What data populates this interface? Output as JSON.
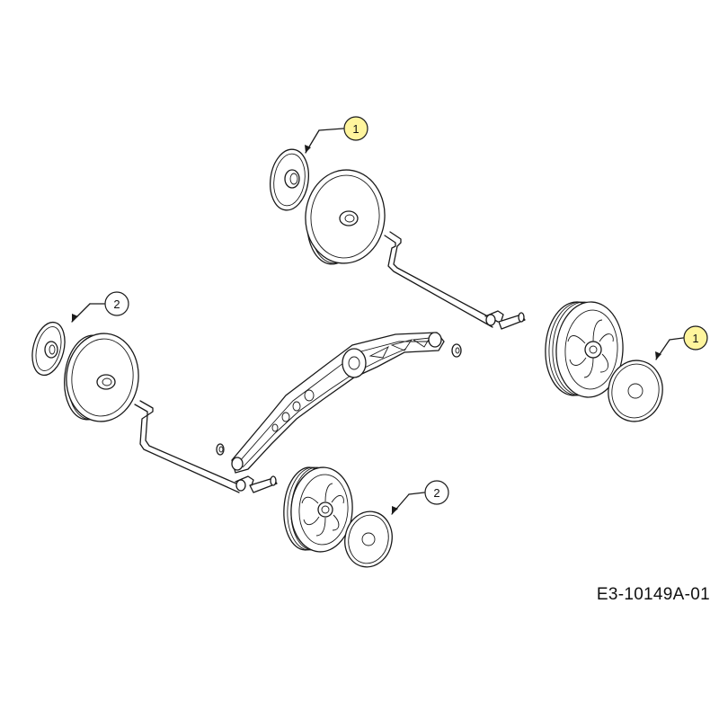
{
  "callouts": [
    {
      "id": "callout-1-top",
      "number": "1",
      "highlight": "#fff59d"
    },
    {
      "id": "callout-1-right",
      "number": "1",
      "highlight": "#fff59d"
    },
    {
      "id": "callout-2-left",
      "number": "2",
      "highlight": "#ffffff"
    },
    {
      "id": "callout-2-bottom",
      "number": "2",
      "highlight": "#ffffff"
    }
  ],
  "drawing_code": "E3-10149A-01",
  "colors": {
    "line": "#1a1a1a",
    "highlight": "#fff59d",
    "background": "#ffffff"
  }
}
